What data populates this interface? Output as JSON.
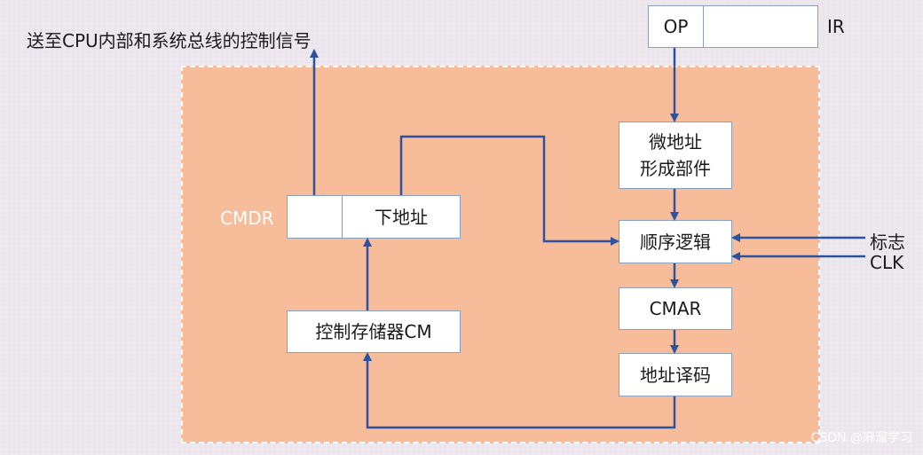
{
  "labels": {
    "signal_out": "送至CPU内部和系统总线的控制信号",
    "ir": "IR",
    "cmdr": "CMDR",
    "flag": "标志",
    "clk": "CLK"
  },
  "ir_register": {
    "op": "OP",
    "addr": ""
  },
  "cmdr_register": {
    "control": "",
    "next_addr": "下地址"
  },
  "blocks": {
    "micro_addr_gen": "微地址\n形成部件",
    "sequence_logic": "顺序逻辑",
    "cmar": "CMAR",
    "addr_decode": "地址译码",
    "control_store": "控制存储器CM"
  },
  "watermark": "CSDN @麻溜学习",
  "colors": {
    "region": "#f7bc9a",
    "wire": "#2d52a0",
    "background": "#ebe4ec"
  }
}
